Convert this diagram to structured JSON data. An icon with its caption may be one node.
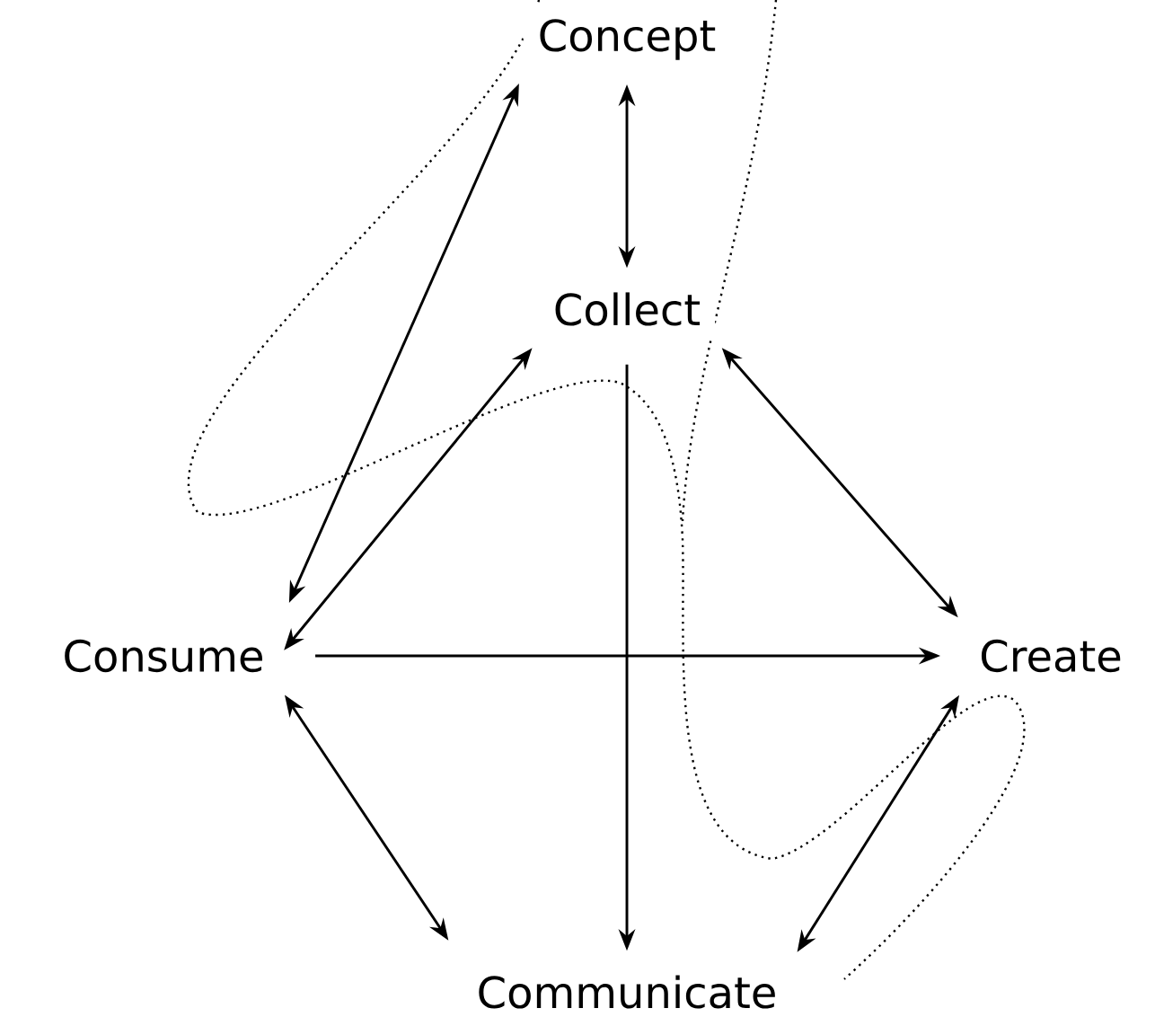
{
  "diagram": {
    "nodes": [
      {
        "text": [
          "Concept"
        ]
      },
      {
        "text": [
          "Collect"
        ]
      },
      {
        "text": [
          "Consume"
        ]
      },
      {
        "text": [
          "Create"
        ]
      },
      {
        "text": [
          "Communicate"
        ]
      }
    ],
    "edges": [
      {
        "from": 0,
        "to": 1,
        "arrow": "both"
      },
      {
        "from": 2,
        "to": 0,
        "arrow": "both"
      },
      {
        "from": 2,
        "to": 1,
        "arrow": "both"
      },
      {
        "from": 1,
        "to": 3,
        "arrow": "both"
      },
      {
        "from": 2,
        "to": 3,
        "arrow": "to"
      },
      {
        "from": 1,
        "to": 4,
        "arrow": "to"
      },
      {
        "from": 2,
        "to": 4,
        "arrow": "both"
      },
      {
        "from": 3,
        "to": 4,
        "arrow": "both"
      }
    ]
  }
}
